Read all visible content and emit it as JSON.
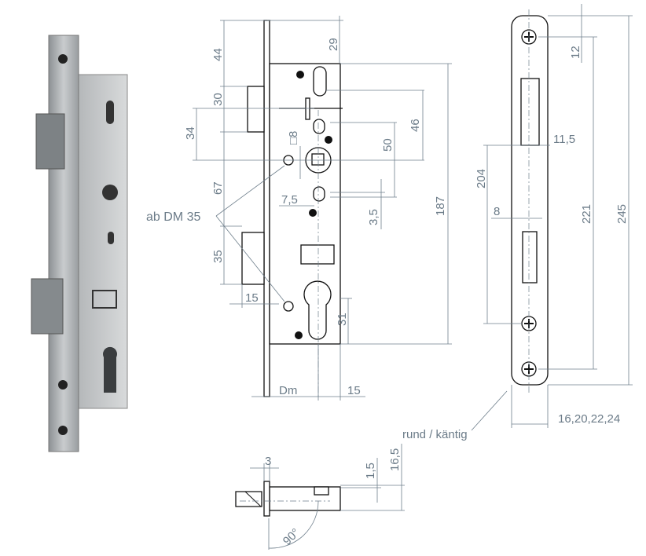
{
  "front_view": {
    "dims": {
      "d44": "44",
      "d29": "29",
      "d30": "30",
      "d34": "34",
      "sq8": "□8",
      "d46": "46",
      "d50": "50",
      "d67": "67",
      "d7_5": "7,5",
      "d3_5": "3,5",
      "d187": "187",
      "d35": "35",
      "d15_bolt": "15",
      "d31": "31",
      "dm": "Dm",
      "d15_case": "15"
    },
    "callout": "ab DM 35"
  },
  "side_view": {
    "dims": {
      "d12": "12",
      "d11_5": "11,5",
      "d204": "204",
      "d8": "8",
      "d221": "221",
      "d245": "245",
      "width": "16,20,22,24"
    },
    "callout": "rund / käntig"
  },
  "top_view": {
    "dims": {
      "d3": "3",
      "d1_5": "1,5",
      "d16_5": "16,5",
      "angle": "90°"
    }
  },
  "colors": {
    "dimension": "#6b7b88",
    "outline": "#111111",
    "steel": "#a9adb0"
  }
}
